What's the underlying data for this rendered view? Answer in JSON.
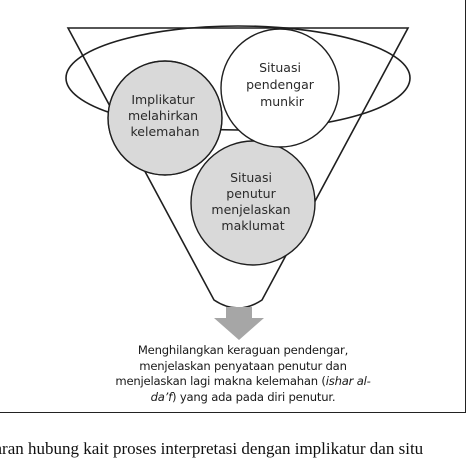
{
  "diagram": {
    "circles": [
      {
        "id": "implikatur",
        "lines": [
          "Implikatur",
          "melahirkan",
          "kelemahan"
        ],
        "fill": "#d9d9d9"
      },
      {
        "id": "situasi-pendengar",
        "lines": [
          "Situasi",
          "pendengar",
          "munkir"
        ],
        "fill": "#ffffff"
      },
      {
        "id": "situasi-penutur",
        "lines": [
          "Situasi",
          "penutur",
          "menjelaskan",
          "maklumat"
        ],
        "fill": "#d9d9d9"
      }
    ],
    "outcome": {
      "line1": "Menghilangkan keraguan pendengar,",
      "line2": "menjelaskan penyataan penutur dan",
      "line3_pre": "menjelaskan lagi makna kelemahan (",
      "line3_italic": "ishar al-",
      "line4_italic": "da’f",
      "line4_post": ") yang ada pada diri penutur."
    },
    "colors": {
      "circle_gray": "#d9d9d9",
      "arrow": "#a6a6a6",
      "stroke": "#1f1f1f"
    }
  },
  "caption": "baran hubung kait proses interpretasi dengan implikatur dan situ"
}
